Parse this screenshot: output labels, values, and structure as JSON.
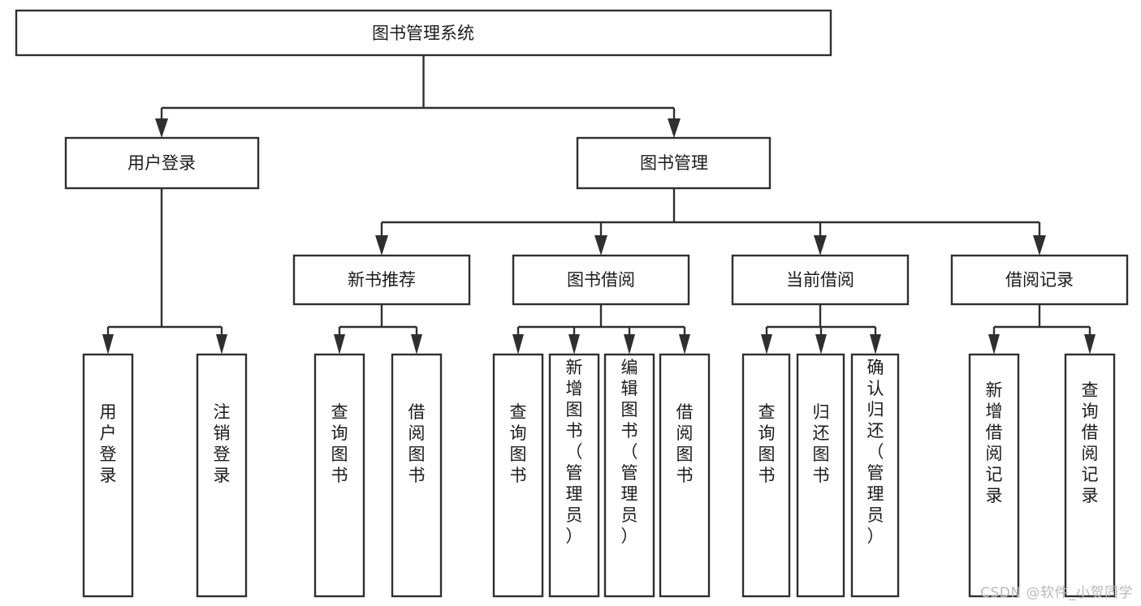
{
  "diagram": {
    "title": "图书管理系统",
    "type": "tree-hierarchy",
    "orientation": "top-down",
    "colors": {
      "box_stroke": "#2f2f2f",
      "box_fill": "#ffffff",
      "text": "#1b1b1b",
      "background": "#ffffff",
      "watermark": "#b9b9b9"
    },
    "root": {
      "id": "root",
      "label": "图书管理系统"
    },
    "level2": [
      {
        "id": "user-login",
        "label": "用户登录"
      },
      {
        "id": "book-manage",
        "label": "图书管理"
      }
    ],
    "level3": [
      {
        "id": "new-book-recommend",
        "label": "新书推荐",
        "parent": "book-manage"
      },
      {
        "id": "book-borrow",
        "label": "图书借阅",
        "parent": "book-manage"
      },
      {
        "id": "current-borrow",
        "label": "当前借阅",
        "parent": "book-manage"
      },
      {
        "id": "borrow-record",
        "label": "借阅记录",
        "parent": "book-manage"
      }
    ],
    "leaves": {
      "user-login": [
        {
          "id": "leaf-user-login",
          "label": "用户登录"
        },
        {
          "id": "leaf-logout",
          "label": "注销登录"
        }
      ],
      "new-book-recommend": [
        {
          "id": "leaf-query-book-1",
          "label": "查询图书"
        },
        {
          "id": "leaf-borrow-book-1",
          "label": "借阅图书"
        }
      ],
      "book-borrow": [
        {
          "id": "leaf-query-book-2",
          "label": "查询图书"
        },
        {
          "id": "leaf-add-book",
          "label": "新增图书（管理员）"
        },
        {
          "id": "leaf-edit-book",
          "label": "编辑图书（管理员）"
        },
        {
          "id": "leaf-borrow-book-2",
          "label": "借阅图书"
        }
      ],
      "current-borrow": [
        {
          "id": "leaf-query-book-3",
          "label": "查询图书"
        },
        {
          "id": "leaf-return-book",
          "label": "归还图书"
        },
        {
          "id": "leaf-confirm-return",
          "label": "确认归还（管理员）"
        }
      ],
      "borrow-record": [
        {
          "id": "leaf-add-record",
          "label": "新增借阅记录"
        },
        {
          "id": "leaf-query-record",
          "label": "查询借阅记录"
        }
      ]
    }
  },
  "watermark": {
    "text": "CSDN @软件_小贺同学"
  }
}
